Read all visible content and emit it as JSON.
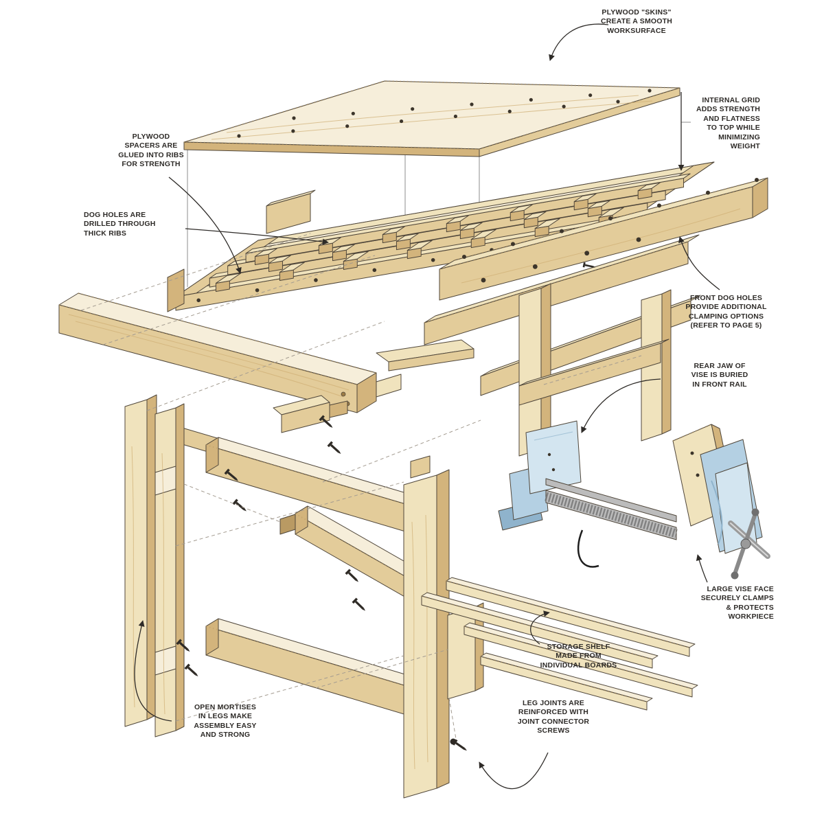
{
  "diagram": {
    "subject": "Exploded workbench assembly illustration",
    "background": "#ffffff"
  },
  "callouts": [
    {
      "id": "plywood-skins",
      "text": "PLYWOOD \"SKINS\"\nCREATE A SMOOTH\nWORKSURFACE"
    },
    {
      "id": "internal-grid",
      "text": "INTERNAL GRID\nADDS STRENGTH\nAND FLATNESS\nTO TOP WHILE\nMINIMIZING\nWEIGHT"
    },
    {
      "id": "plywood-spacers",
      "text": "PLYWOOD\nSPACERS ARE\nGLUED INTO RIBS\nFOR STRENGTH"
    },
    {
      "id": "dog-holes",
      "text": "DOG HOLES ARE\nDRILLED THROUGH\nTHICK RIBS"
    },
    {
      "id": "front-dog-holes",
      "text": "FRONT DOG HOLES\nPROVIDE ADDITIONAL\nCLAMPING OPTIONS\n(REFER TO PAGE 5)"
    },
    {
      "id": "rear-jaw",
      "text": "REAR JAW OF\nVISE IS BURIED\nIN FRONT RAIL"
    },
    {
      "id": "large-vise-face",
      "text": "LARGE VISE FACE\nSECURELY CLAMPS\n& PROTECTS\nWORKPIECE"
    },
    {
      "id": "storage-shelf",
      "text": "STORAGE SHELF\nMADE FROM\nINDIVIDUAL BOARDS"
    },
    {
      "id": "open-mortises",
      "text": "OPEN MORTISES\nIN LEGS MAKE\nASSEMBLY EASY\nAND STRONG"
    },
    {
      "id": "leg-joints",
      "text": "LEG JOINTS ARE\nREINFORCED WITH\nJOINT CONNECTOR\nSCREWS"
    }
  ],
  "palette": {
    "wood_light": "#f0e3bd",
    "wood_soft": "#f6eeda",
    "wood_mid": "#e3cc9a",
    "wood_dark": "#d3b47c",
    "wood_deep": "#b99a63",
    "outline": "#4f463a",
    "grain": "#cfae74",
    "ink": "#2e2b28",
    "vise_light": "#d3e5f0",
    "vise_mid": "#b4d0e3",
    "vise_deep": "#8fb3cc",
    "metal": "#bcbcbc",
    "metal_dark": "#6e6e6e",
    "guide": "#a39b90"
  }
}
